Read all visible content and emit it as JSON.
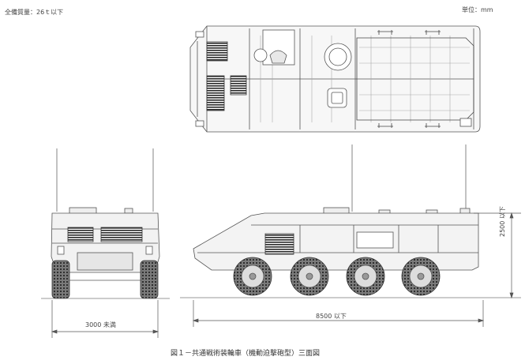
{
  "header": {
    "weight_label": "全備質量：26ｔ以下",
    "unit_label": "単位：mm"
  },
  "dimensions": {
    "width_label": "3000 未満",
    "length_label": "8500 以下",
    "height_label": "2500 以下"
  },
  "caption": "図１－共通戦術装輪車（機動迫撃砲型）三面図",
  "views": {
    "top": "top",
    "front": "front",
    "side": "side"
  }
}
